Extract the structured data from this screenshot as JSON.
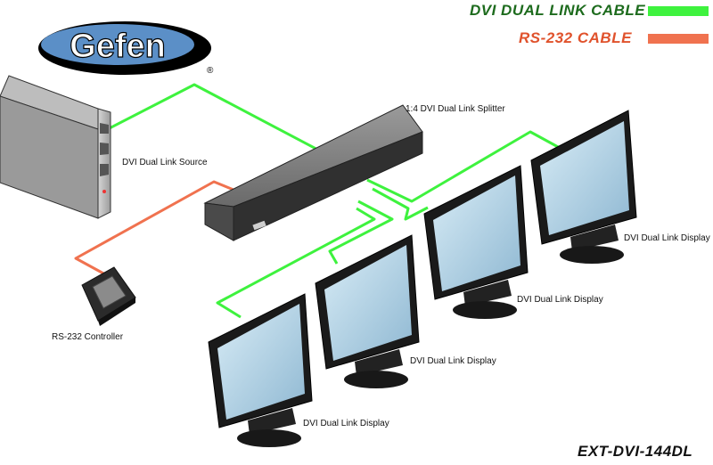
{
  "legend": {
    "dvi_label": "DVI DUAL LINK CABLE",
    "dvi_color": "#3ef23e",
    "rs232_label": "RS-232 CABLE",
    "rs232_color": "#f0724f"
  },
  "brand": {
    "name": "Gefen",
    "registered": "®"
  },
  "labels": {
    "source": "DVI Dual Link Source",
    "splitter": "1:4 DVI Dual Link Splitter",
    "controller": "RS-232 Controller",
    "display_1": "DVI Dual Link Display",
    "display_2": "DVI Dual Link Display",
    "display_3": "DVI Dual Link Display",
    "display_4": "DVI Dual Link Display"
  },
  "model": "EXT-DVI-144DL",
  "colors": {
    "legend_dvi_text": "#1d6b1d",
    "legend_rs232_text": "#e0522c"
  }
}
